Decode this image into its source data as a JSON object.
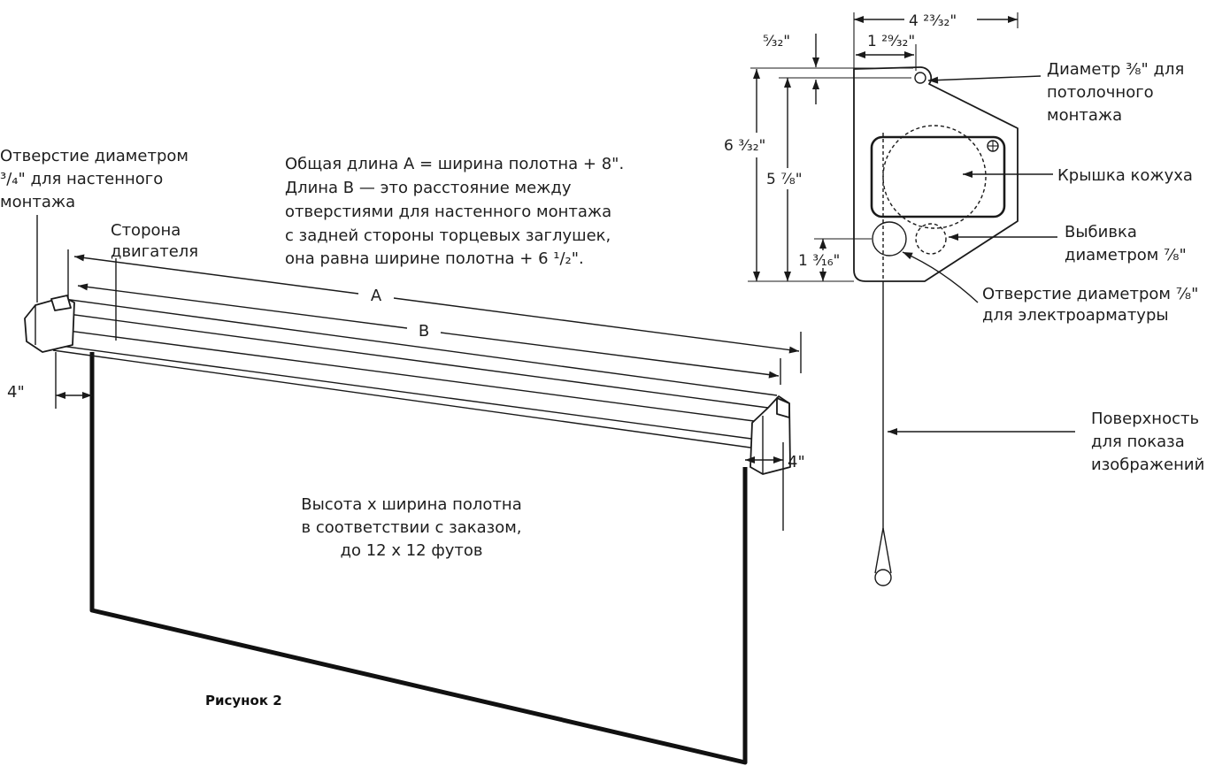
{
  "figure": {
    "caption": "Рисунок 2"
  },
  "screen_view": {
    "wall_hole_label": [
      "Отверстие диаметром",
      "³/₄\" для настенного",
      "монтажа"
    ],
    "motor_side_label": [
      "Сторона",
      "двигателя"
    ],
    "length_note": [
      "Общая длина A = ширина полотна + 8\".",
      "Длина B — это расстояние между",
      "отверстиями для настенного монтажа",
      "с задней стороны торцевых заглушек,",
      "она равна ширине полотна + 6 ¹/₂\"."
    ],
    "dim_a_label": "A",
    "dim_b_label": "B",
    "left_offset_label": "4\"",
    "right_offset_label": "4\"",
    "size_note": [
      "Высота x ширина полотна",
      "в соответствии с заказом,",
      "до 12 x 12 футов"
    ]
  },
  "bracket_view": {
    "width_total": "4 ²³⁄₃₂\"",
    "tab_offset": "⁵⁄₃₂\"",
    "hole_offset": "1 ²⁹⁄₃₂\"",
    "height_total": "6 ³⁄₃₂\"",
    "height_hole": "5 ⁷⁄₈\"",
    "height_conduit": "1 ³⁄₁₆\"",
    "ceiling_hole_label": [
      "Диаметр ³⁄₈\" для",
      "потолочного",
      "монтажа"
    ],
    "cover_label": "Крышка кожуха",
    "knockout_label": [
      "Выбивка",
      "диаметром ⁷⁄₈\""
    ],
    "conduit_hole_label": [
      "Отверстие диаметром ⁷⁄₈\"",
      "для электроарматуры"
    ],
    "surface_label": [
      "Поверхность",
      "для показа",
      "изображений"
    ]
  }
}
